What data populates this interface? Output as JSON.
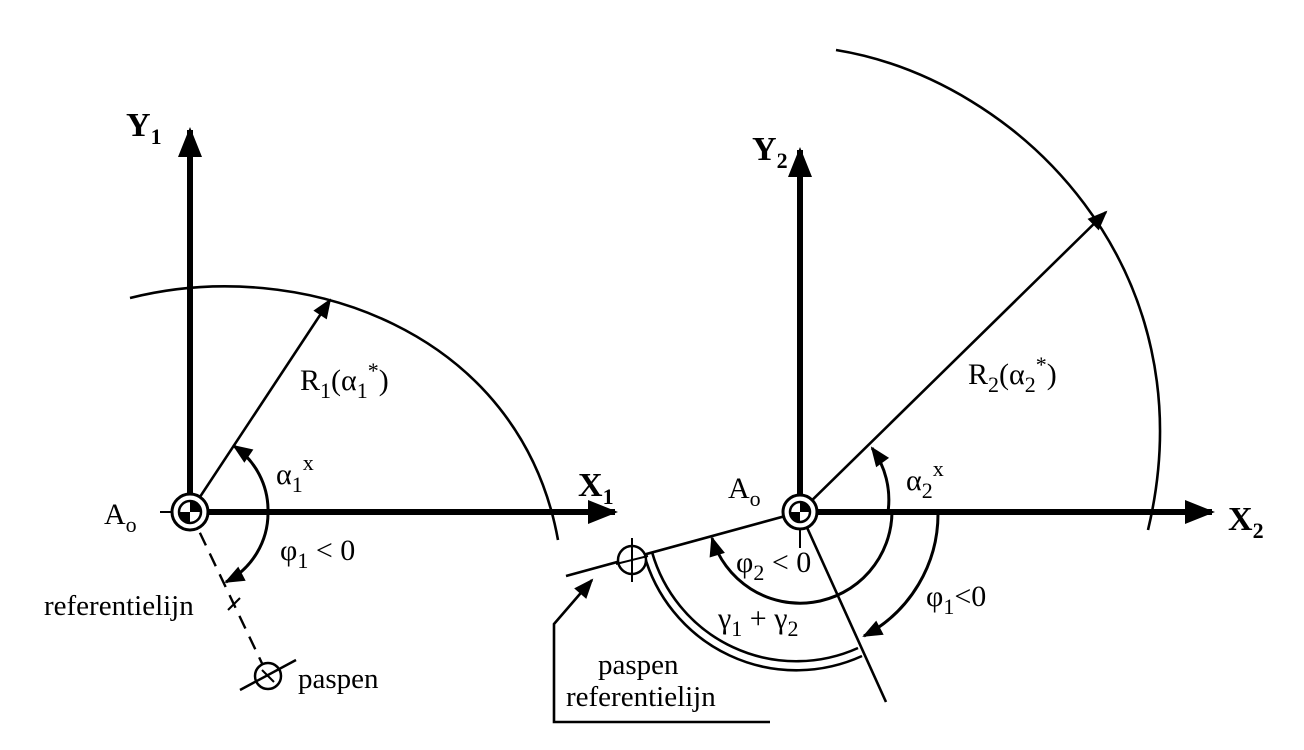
{
  "left_frame": {
    "y_axis": {
      "base": "Y",
      "sub": "1"
    },
    "x_axis": {
      "base": "X",
      "sub": "1"
    },
    "origin": {
      "base": "A",
      "sub": "o"
    },
    "radius": {
      "pre": "R",
      "sub": "1",
      "mid": "(α",
      "sub2": "1",
      "sup": "*",
      "post": ")"
    },
    "alpha": {
      "base": "α",
      "sub": "1",
      "sup": "x"
    },
    "phi": {
      "base": "φ",
      "sub": "1",
      "post": " < 0"
    },
    "ref_line": "referentielijn",
    "pin": "paspen"
  },
  "right_frame": {
    "y_axis": {
      "base": "Y",
      "sub": "2"
    },
    "x_axis": {
      "base": "X",
      "sub": "2"
    },
    "origin": {
      "base": "A",
      "sub": "o"
    },
    "radius": {
      "pre": "R",
      "sub": "2",
      "mid": "(α",
      "sub2": "2",
      "sup": "*",
      "post": ")"
    },
    "alpha": {
      "base": "α",
      "sub": "2",
      "sup": "x"
    },
    "phi2": {
      "base": "φ",
      "sub": "2",
      "post": " < 0"
    },
    "phi1": {
      "base": "φ",
      "sub": "1",
      "post": "<0"
    },
    "gamma": {
      "a": "γ",
      "asub": "1",
      "op": " + ",
      "b": "γ",
      "bsub": "2"
    },
    "pin": "paspen",
    "ref_line": "referentielijn"
  }
}
